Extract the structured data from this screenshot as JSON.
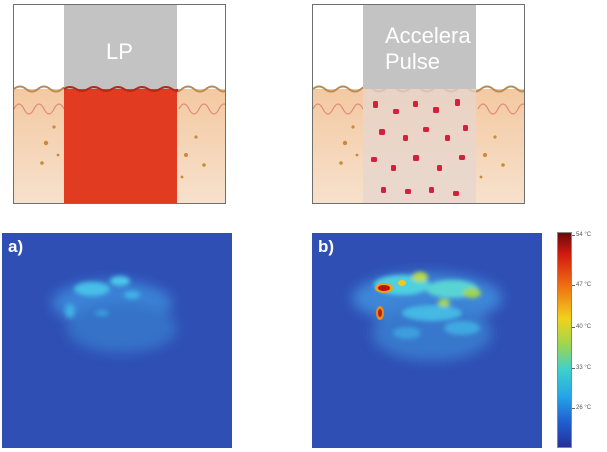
{
  "diagrams": [
    {
      "beam_label": "LP",
      "style": "continuous"
    },
    {
      "beam_label_lines": [
        "Accelera",
        "Pulse"
      ],
      "style": "fractional"
    }
  ],
  "thermal_panels": [
    {
      "label": "a)"
    },
    {
      "label": "b)"
    }
  ],
  "colorbar": {
    "colors": [
      "#6a0a0a",
      "#d21a10",
      "#ef6b12",
      "#f0d21c",
      "#9ed650",
      "#3fd0cc",
      "#25a6e8",
      "#2060d0",
      "#24309a"
    ],
    "tick_labels": [
      "54 °C",
      "47 °C",
      "40 °C",
      "33 °C",
      "26 °C"
    ]
  }
}
